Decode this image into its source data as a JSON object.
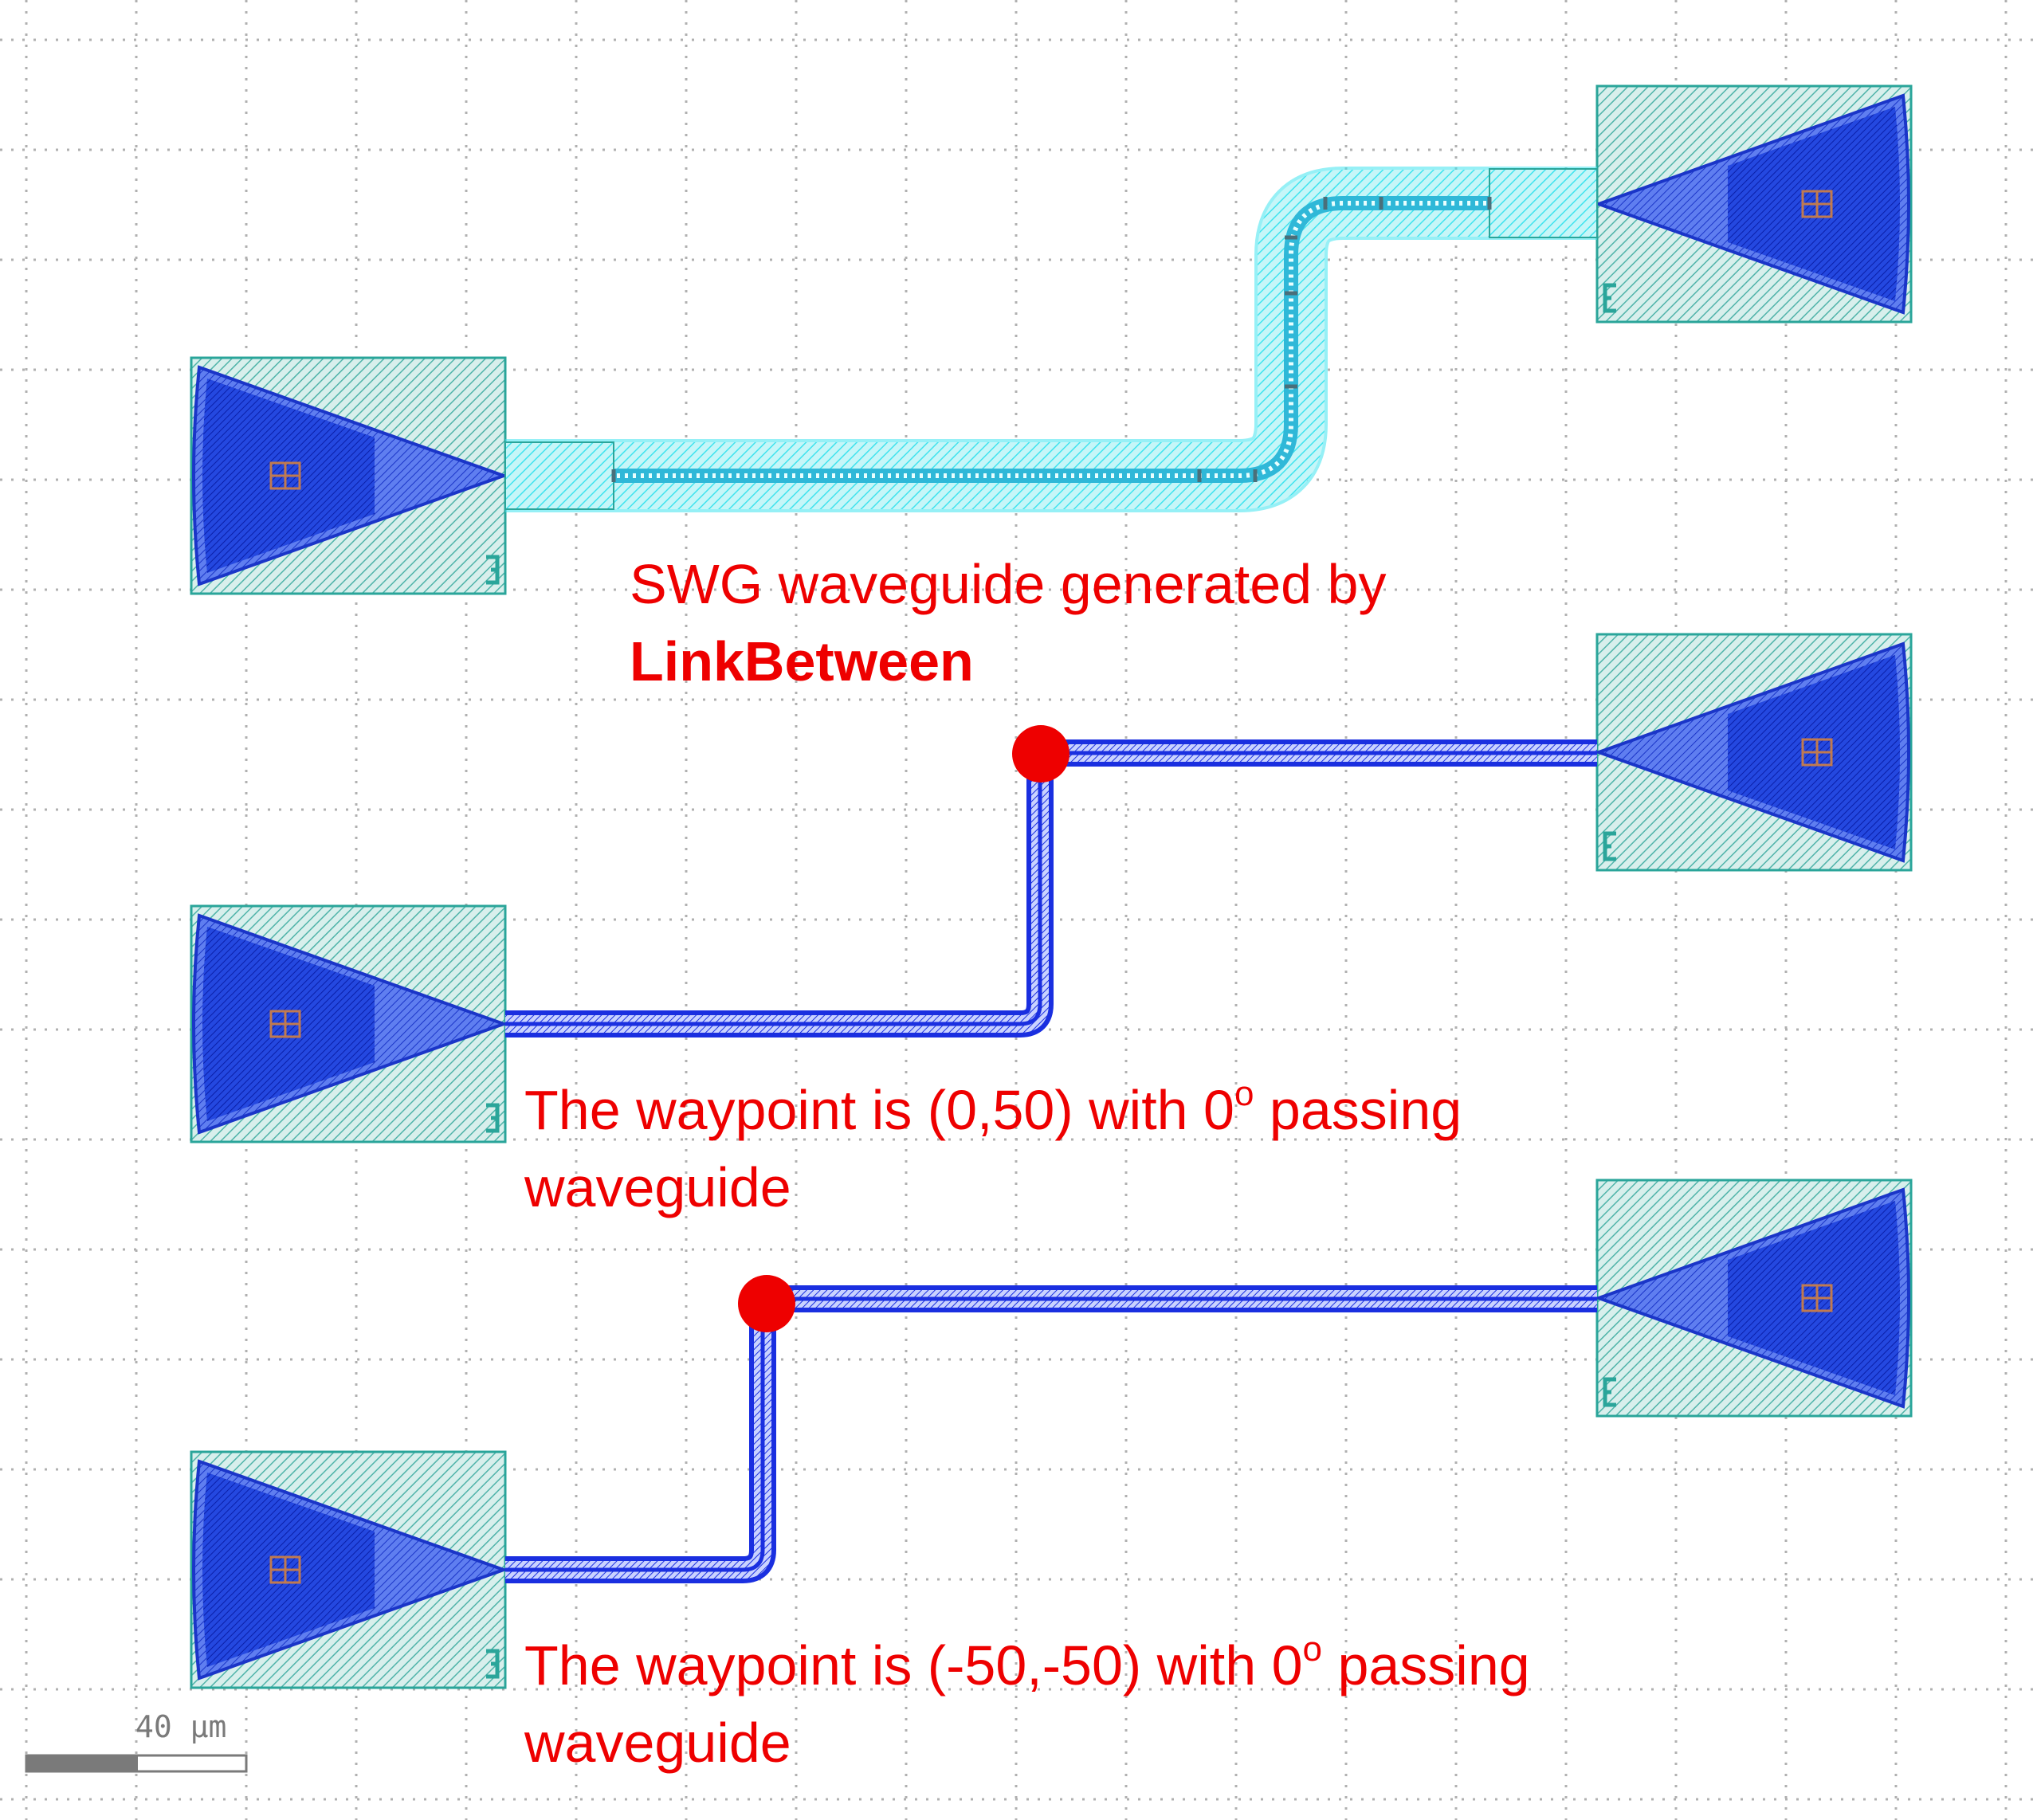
{
  "annotations": {
    "swg_line1": "SWG waveguide generated by",
    "swg_line2": "LinkBetween",
    "wp1_line1_pre": "The waypoint is (0,50) with 0",
    "wp1_sup": "o",
    "wp1_line1_post": " passing",
    "wp1_line2": "waveguide",
    "wp2_line1_pre": "The waypoint is (-50,-50) with 0",
    "wp2_sup": "o",
    "wp2_line1_post": " passing",
    "wp2_line2": "waveguide"
  },
  "scale_bar": {
    "label": "40 μm"
  },
  "colors": {
    "grid_dot": "#b0b0b0",
    "pad_outline": "#2aa59a",
    "pad_hatch": "#6dbfb6",
    "taper_blue": "#1a3fd6",
    "swg_cyan": "#3fe3ee",
    "waveguide_blue": "#1a2fe0",
    "waypoint_red": "#ee0000",
    "port_marker": "#c07a50"
  }
}
